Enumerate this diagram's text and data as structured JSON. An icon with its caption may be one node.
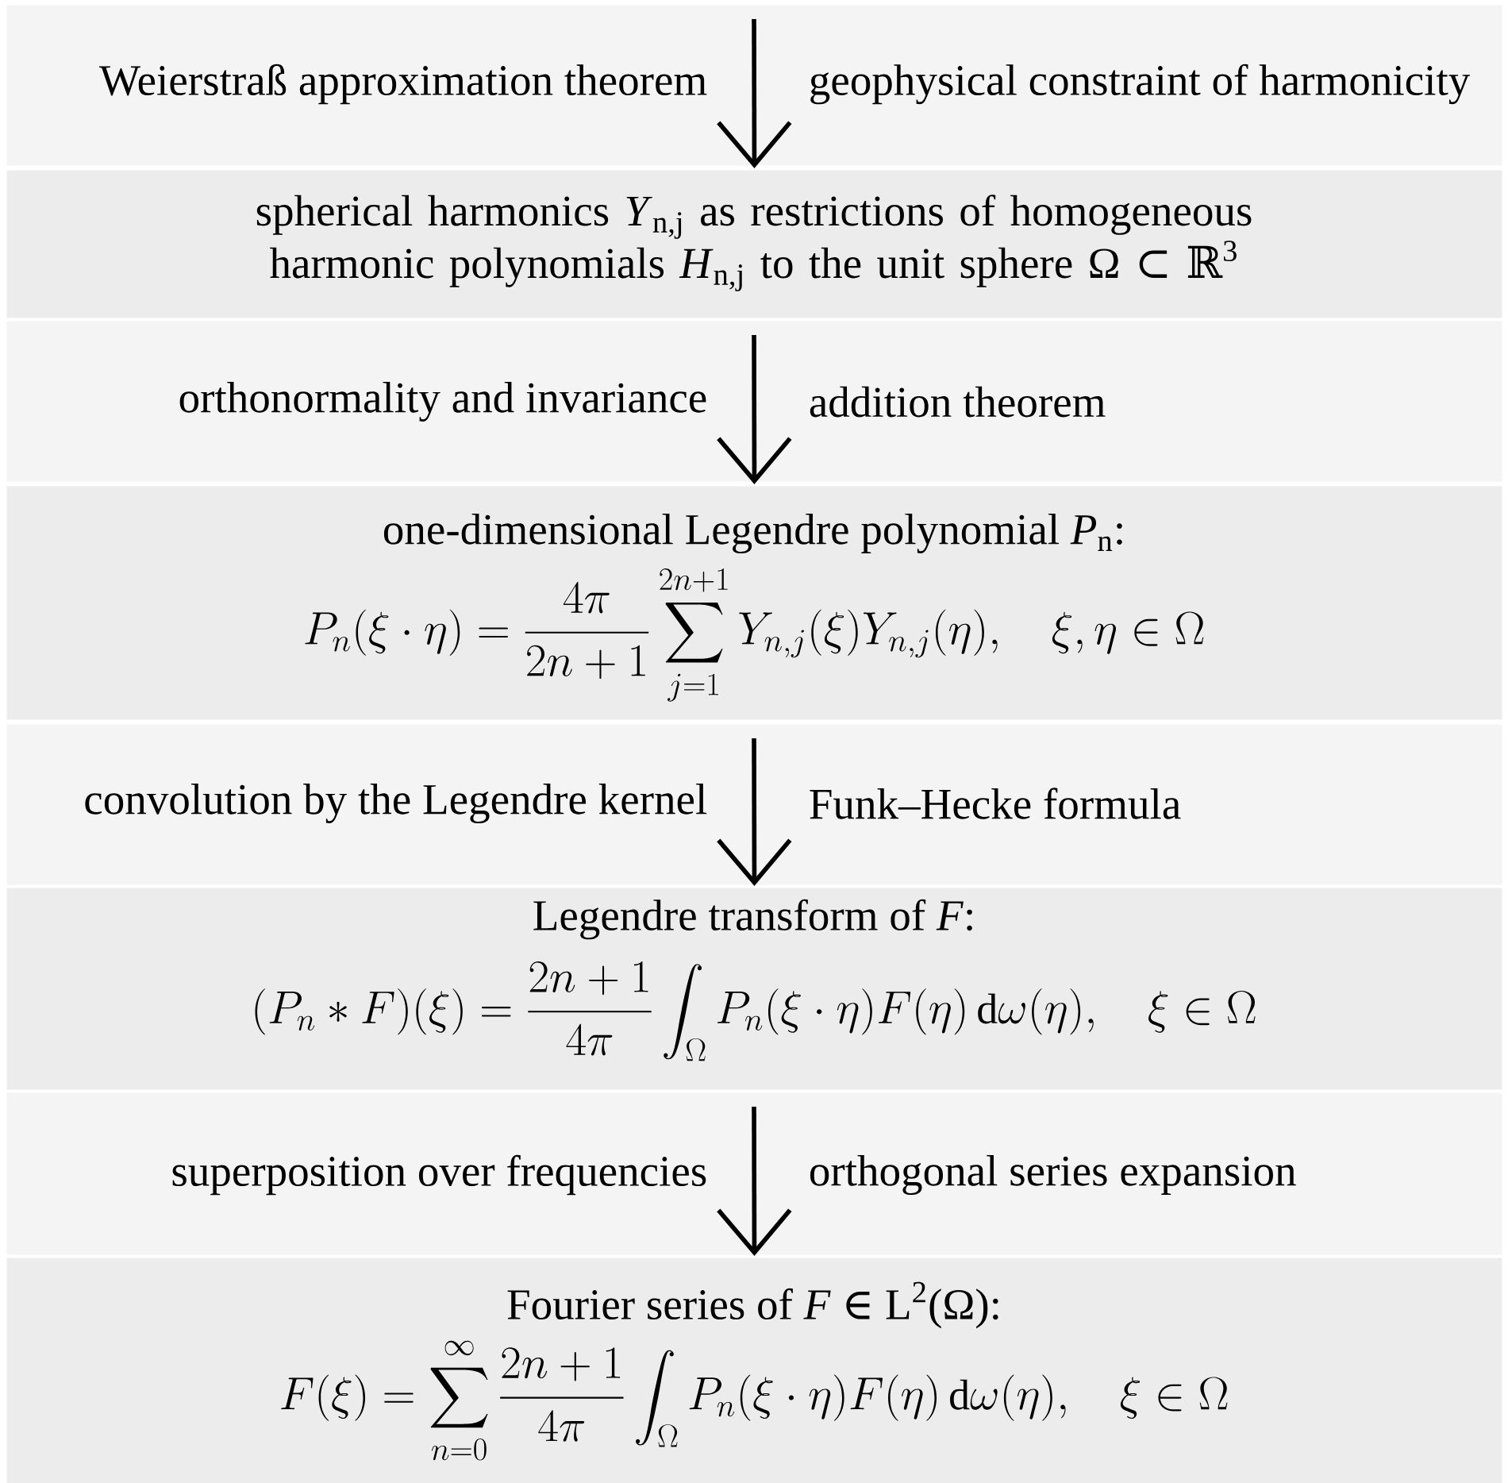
{
  "diagram": {
    "nodes": [
      {
        "text": [
          "Weierstraß approximation theorem",
          "geophysical constraint of harmonicity"
        ]
      },
      {
        "text": [
          "spherical harmonics *Y*$_{n,j}$ as restrictions of homogeneous harmonic polynomials *H*$_{n,j}$ to the unit sphere Ω ⊂ ℝ$^{3}$"
        ]
      },
      {
        "text": [
          "orthonormality and invariance",
          "addition theorem"
        ]
      },
      {
        "text": [
          "one-dimensional Legendre polynomial *P*$_{n}$:",
          "P_n(\\xi\\cdot\\eta)=\\frac{4\\pi}{2n+1}\\sum_{j=1}^{2n+1}Y_{n,j}(\\xi)Y_{n,j}(\\eta),\\quad \\xi,\\eta\\in\\Omega"
        ]
      },
      {
        "text": [
          "convolution by the Legendre kernel",
          "Funk–Hecke formula"
        ]
      },
      {
        "text": [
          "Legendre transform of *F*:",
          "(P_n*F)(\\xi)=\\frac{2n+1}{4\\pi}\\int_\\Omega P_n(\\xi\\cdot\\eta)F(\\eta)\\,\\mathrm{d}\\omega(\\eta),\\quad \\xi\\in\\Omega"
        ]
      },
      {
        "text": [
          "superposition over frequencies",
          "orthogonal series expansion"
        ]
      },
      {
        "text": [
          "Fourier series of *F* ∈ L$^{2}$(Ω):",
          "F(\\xi)=\\sum_{n=0}^{\\infty}\\frac{2n+1}{4\\pi}\\int_\\Omega P_n(\\xi\\cdot\\eta)F(\\eta)\\,\\mathrm{d}\\omega(\\eta),\\quad \\xi\\in\\Omega"
        ]
      }
    ],
    "edges": [
      {
        "from": 0,
        "to": 1,
        "arrow": "to"
      },
      {
        "from": 2,
        "to": 3,
        "arrow": "to"
      },
      {
        "from": 4,
        "to": 5,
        "arrow": "to"
      },
      {
        "from": 6,
        "to": 7,
        "arrow": "to"
      }
    ]
  }
}
